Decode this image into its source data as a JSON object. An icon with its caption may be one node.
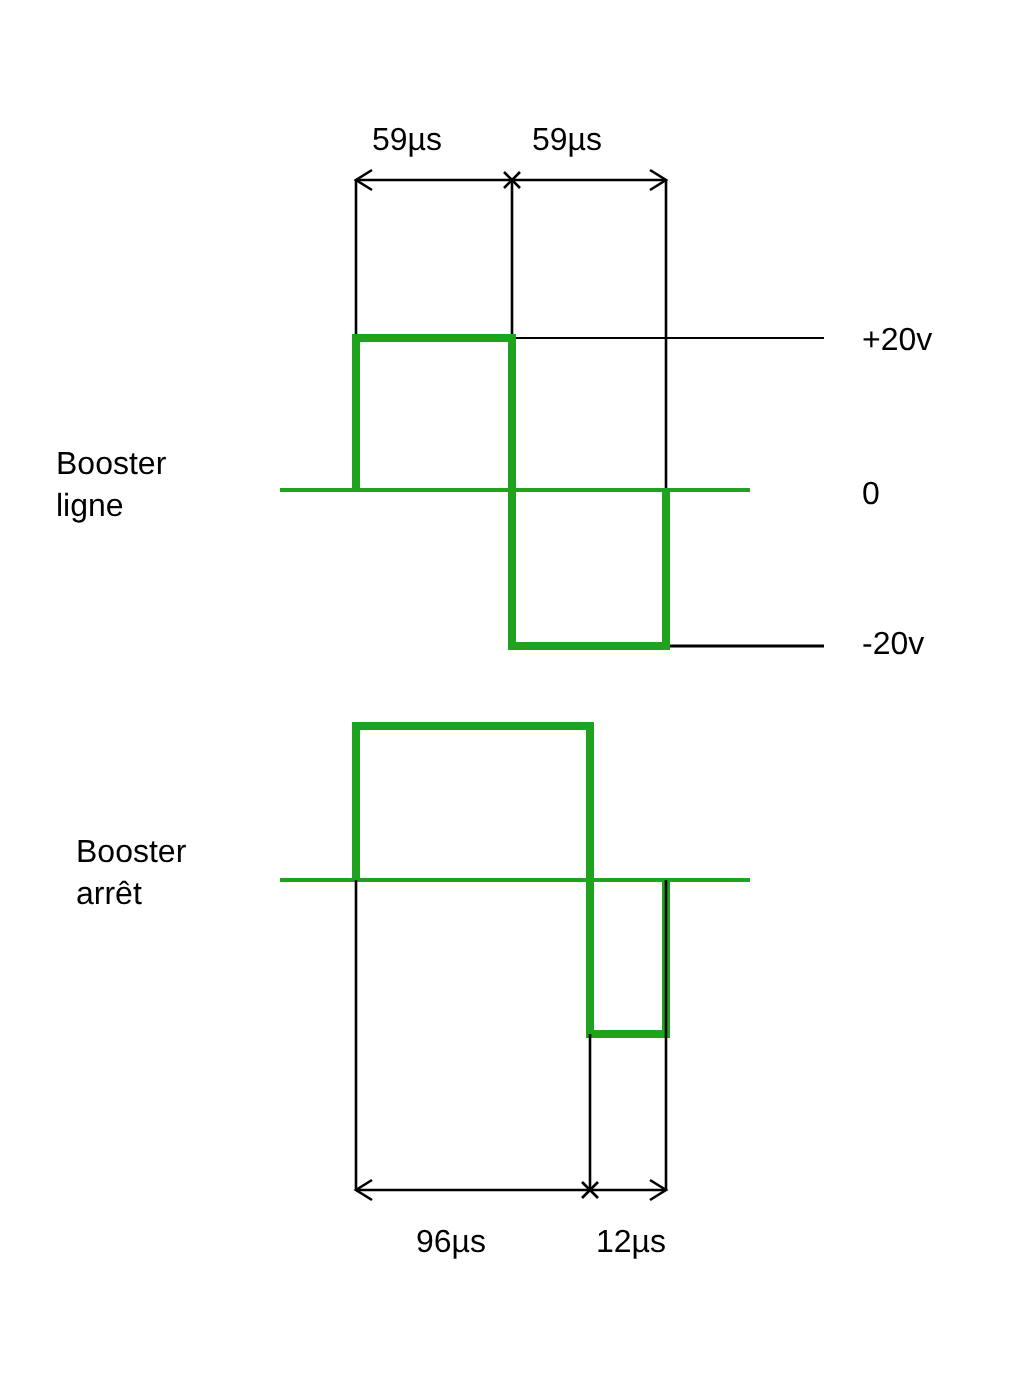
{
  "diagram": {
    "labels": [
      "59µs",
      "59µs",
      "+20v",
      "Booster ligne",
      "0",
      "-20v",
      "Booster arrêt",
      "96µs",
      "12µs"
    ]
  }
}
